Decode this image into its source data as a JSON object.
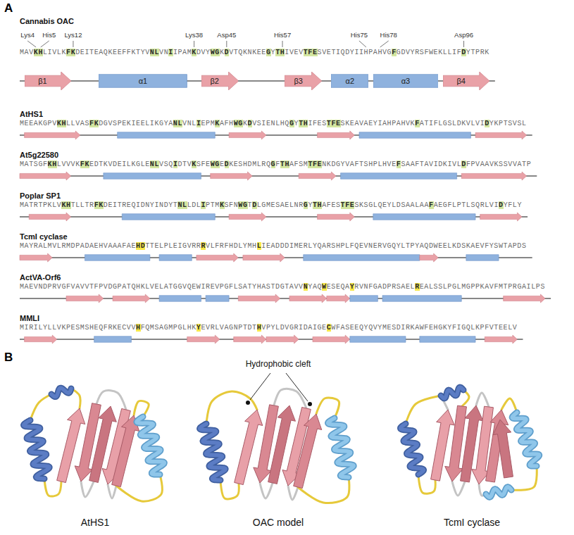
{
  "diagram": {
    "nodes": [
      {
        "text": [
          "β1"
        ]
      },
      {
        "text": [
          "α1"
        ]
      },
      {
        "text": [
          "β2"
        ]
      },
      {
        "text": [
          "β3"
        ]
      },
      {
        "text": [
          "α2"
        ]
      },
      {
        "text": [
          "α3"
        ]
      },
      {
        "text": [
          "β4"
        ]
      }
    ],
    "labels": [
      "A",
      "Cannabis OAC",
      "Lys4",
      "His5",
      "Lys12",
      "Lys38",
      "Asp45",
      "His57",
      "His75",
      "His78",
      "Asp96",
      "MAVKHLIVLKFKDEITEAQKEEFFKTYVNLVNIIPAMKDVYWGKDVTQKNKEEGYTHIVEVTFESVETIQDYIIHPAHVGFGDVYRSFWEKLLIFDYTPRK",
      "AtHS1",
      "MEEAKGPVKHLLVASFKDGVSPEKIEELIKGYANLVNLIEPMKAFHWGKDVSIENLHQGYTHIFESTFESKEAVAEYIAHPAHVKFATIFLGSLDKVLVIDYKPTSVSL",
      "At5g22580",
      "MATSGFKHLVVVKFKEDTKVDEILKGLENLVSQIDTVKSFEWGEDKESHDMLRQGFTHAFSMTFENKDGYVAFTSHPLHVEFSAAFTAVIDKIVLDFPVAAVKSSVVATP",
      "Poplar SP1",
      "MATRTPKLVKHTLLTRFKDEITREQIDNYINDYTNLLDLIPTMKSFNWGTDLGMESAELNRGYTHAFESTFESKSGLQEYLDSAALAAFAEGFLPTLSQRLVIDYFLY",
      "TcmI cyclase",
      "MAYRALMVLRMDPADAEHVAAAFAEHDTTELPLEIGVRRRVLFRFHDLYMHLIEADDDIMERLYQARSHPLFQEVNERVGQYLTPYAQDWEELKDSKAEVFYSWTAPDS",
      "ActVA-Orf6",
      "MAEVNDPRVGFVAVVTFPVDGPATQHKLVELATGGVQEWIREVPGFLSATYHASTDGTAVVNYAQWESEQAYRVNFGADPRSAELREALSSLPGLMGPPKAVFMTPRGAILPS",
      "MMLI",
      "MIRILYLLVKPESMSHEQFRKECVVHFQMSAGMPGLHKYEVRLVAGNPTDTHVPYLDVGRIDAIGECWFASEEQYQVYMESDIRKAWFEHGKYFIGQLKPFVTEELV",
      "B",
      "Hydrophobic cleft",
      "AtHS1",
      "OAC model",
      "TcmI cyclase"
    ]
  }
}
